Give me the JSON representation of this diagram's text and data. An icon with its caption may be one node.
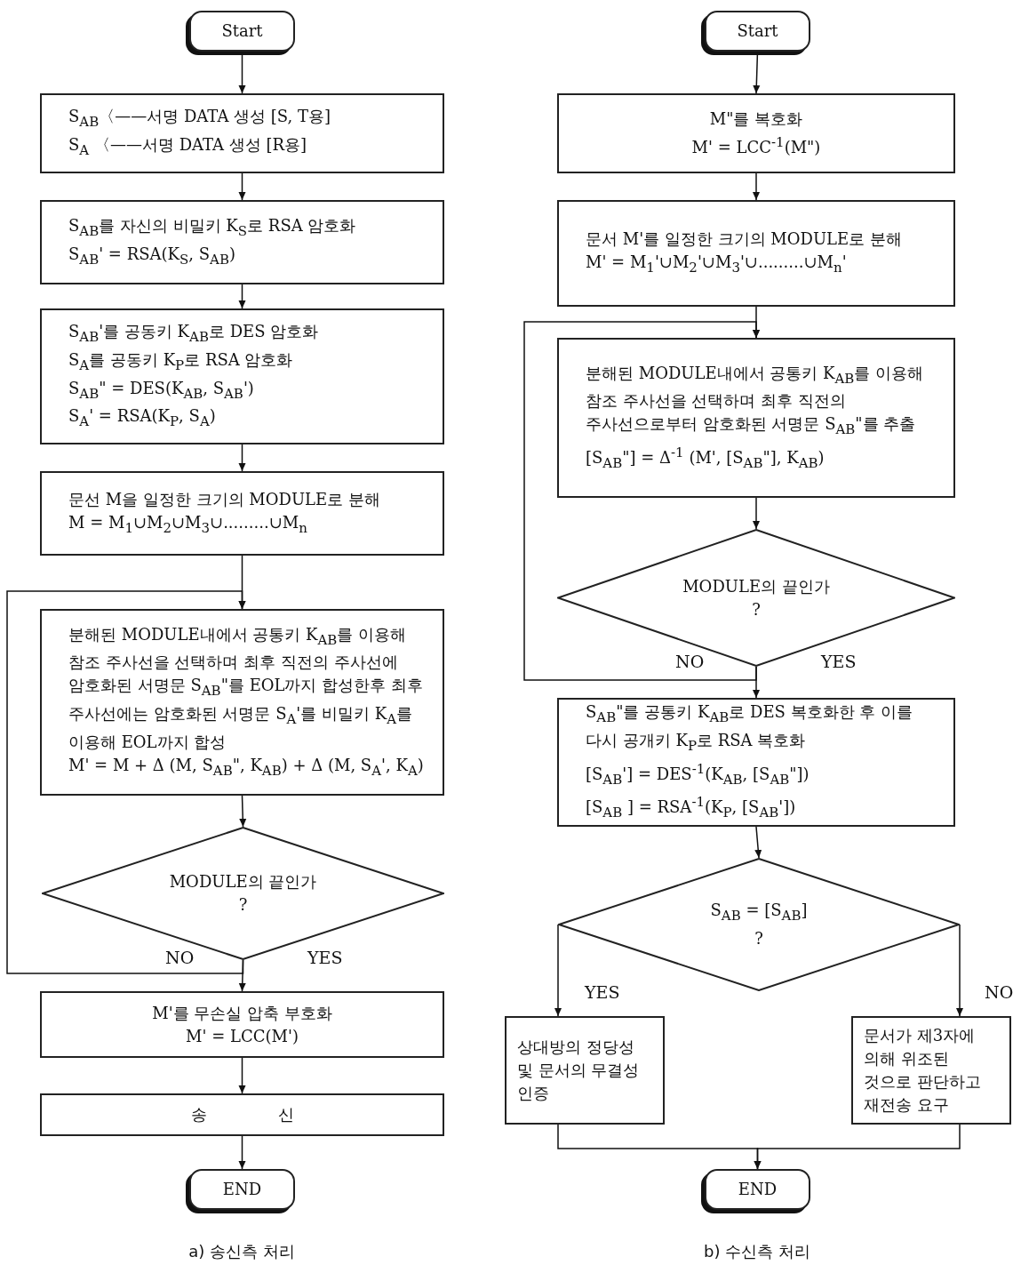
{
  "diagram": {
    "nodes": [
      {
        "text": [
          "Start"
        ]
      },
      {
        "text": [
          "S$_{AB}$〈——서명 DATA 생성 [S, T용]",
          "S$_{A}$ 〈——서명 DATA 생성 [R용]"
        ]
      },
      {
        "text": [
          "S$_{AB}$를 자신의 비밀키 K$_{S}$로 RSA 암호화",
          "S$_{AB}$' = RSA(K$_{S}$, S$_{AB}$)"
        ]
      },
      {
        "text": [
          "S$_{AB}$'를 공동키 K$_{AB}$로 DES 암호화",
          "S$_{A}$를 공동키 K$_{P}$로 RSA 암호화",
          "S$_{AB}$\" = DES(K$_{AB}$, S$_{AB}$')",
          "S$_{A}$' = RSA(K$_{P}$, S$_{A}$)"
        ]
      },
      {
        "text": [
          "문선 M을 일정한 크기의 MODULE로 분해",
          "M = M$_{1}$∪M$_{2}$∪M$_{3}$∪.........∪M$_{n}$"
        ]
      },
      {
        "text": [
          "분해된 MODULE내에서 공통키 K$_{AB}$를 이용해 참조 주사선을 선택하며 최후 직전의 주사선에 암호화된 서명문 S$_{AB}$\"를 EOL까지 합성한후 최후 주사선에는 암호화된 서명문 S$_{A}$'를 비밀키 K$_{A}$를 이용해 EOL까지 합성",
          "M' = M + Δ (M, S$_{AB}$\", K$_{AB}$) + Δ (M, S$_{A}$', K$_{A}$)"
        ]
      },
      {
        "text": [
          "MODULE의 끝인가",
          "?"
        ]
      },
      {
        "text": [
          "M'를 무손실 압축 부호화",
          "M' = LCC(M')"
        ]
      },
      {
        "text": [
          "송신"
        ]
      },
      {
        "text": [
          "END"
        ]
      },
      {
        "text": [
          "Start"
        ]
      },
      {
        "text": [
          "M\"를 복호화",
          "M' = LCC$^{-1}$(M\")"
        ]
      },
      {
        "text": [
          "문서 M'를 일정한 크기의 MODULE로 분해",
          "M' = M$_{1}$'∪M$_{2}$'∪M$_{3}$'∪.........∪M$_{n}$'"
        ]
      },
      {
        "text": [
          "분해된 MODULE내에서 공통키 K$_{AB}$를 이용해 참조 주사선을 선택하며 최후 직전의 주사선으로부터 암호화된 서명문 S$_{AB}$\"를 추출",
          "[S$_{AB}$\"] = Δ$^{-1}$ (M', [S$_{AB}$\"], K$_{AB}$)"
        ]
      },
      {
        "text": [
          "MODULE의 끝인가",
          "?"
        ]
      },
      {
        "text": [
          "S$_{AB}$\"를 공통키 K$_{AB}$로 DES 복호화한 후 이를 다시 공개키 K$_{P}$로 RSA 복호화",
          "[S$_{AB}$'] = DES$^{-1}$(K$_{AB}$, [S$_{AB}$\"])",
          "[S$_{AB}$ ] = RSA$^{-1}$(K$_{P}$, [S$_{AB}$'])"
        ]
      },
      {
        "text": [
          "S$_{AB}$ = [S$_{AB}$]",
          "?"
        ]
      },
      {
        "text": [
          "상대방의 정당성 및 문서의 무결성 인증"
        ]
      },
      {
        "text": [
          "문서가 제3자에 의해 위조된 것으로 판단하고 재전송 요구"
        ]
      },
      {
        "text": [
          "END"
        ]
      }
    ],
    "edges": [
      {
        "from": 0,
        "to": 1,
        "arrow": "to"
      },
      {
        "from": 1,
        "to": 2,
        "arrow": "to"
      },
      {
        "from": 2,
        "to": 3,
        "arrow": "to"
      },
      {
        "from": 3,
        "to": 4,
        "arrow": "to"
      },
      {
        "from": 4,
        "to": 5,
        "arrow": "to"
      },
      {
        "from": 5,
        "to": 6,
        "arrow": "to"
      },
      {
        "from": 6,
        "to": 5,
        "arrow": "to",
        "label": "NO"
      },
      {
        "from": 6,
        "to": 7,
        "arrow": "to",
        "label": "YES"
      },
      {
        "from": 7,
        "to": 8,
        "arrow": "to"
      },
      {
        "from": 8,
        "to": 9,
        "arrow": "to"
      },
      {
        "from": 10,
        "to": 11,
        "arrow": "to"
      },
      {
        "from": 11,
        "to": 12,
        "arrow": "to"
      },
      {
        "from": 12,
        "to": 13,
        "arrow": "to"
      },
      {
        "from": 13,
        "to": 14,
        "arrow": "to"
      },
      {
        "from": 14,
        "to": 13,
        "arrow": "to",
        "label": "NO"
      },
      {
        "from": 14,
        "to": 15,
        "arrow": "to",
        "label": "YES"
      },
      {
        "from": 15,
        "to": 16,
        "arrow": "to"
      },
      {
        "from": 16,
        "to": 17,
        "arrow": "to",
        "label": "YES"
      },
      {
        "from": 16,
        "to": 18,
        "arrow": "to",
        "label": "NO"
      },
      {
        "from": 17,
        "to": 19,
        "arrow": "to"
      },
      {
        "from": 18,
        "to": 19,
        "arrow": "to"
      }
    ],
    "labels": [
      "a) 송신측 처리",
      "b) 수신측 처리"
    ]
  }
}
